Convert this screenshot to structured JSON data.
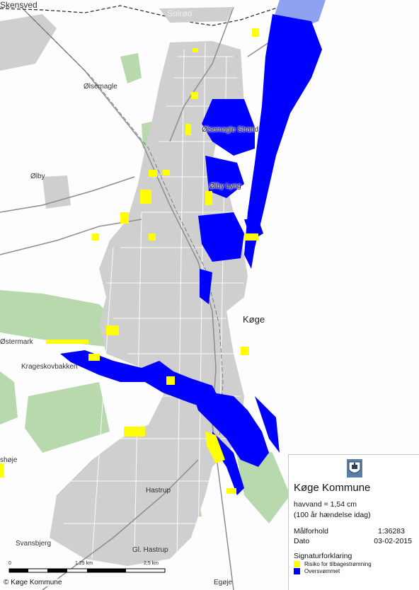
{
  "map": {
    "places": {
      "top_left": "Skensved",
      "top_center": "Solrød",
      "olsemagle": "Ølsemagle",
      "olsemagle_strand": "Ølsemagle Strand",
      "olby": "Ølby",
      "olby_lyng": "Ølby Lyng",
      "koge": "Køge",
      "ostermark": "Østermark",
      "krageskovbakken": "Krageskovbakken",
      "hastrup": "Hastrup",
      "gl_hastrup": "Gl. Hastrup",
      "svansbjerg": "Svansbjerg",
      "egoje": "Egøje",
      "left_edge": "shøje"
    },
    "colors": {
      "built_up": "#cfcfcf",
      "forest": "#b8d9ae",
      "flooded": "#0000ff",
      "backflow_risk": "#ffff00",
      "sea_light": "#8fa2f2"
    }
  },
  "legend": {
    "org_name": "Køge Kommune",
    "water_level": "havvand = 1,54 cm",
    "event_note": "(100 år hændelse idag)",
    "scale_label": "Målforhold",
    "scale_value": "1:36283",
    "date_label": "Dato",
    "date_value": "03-02-2015",
    "signature_title": "Signaturforklaring",
    "items": [
      {
        "label": "Risiko for tilbagestrømning",
        "color": "#ffff00"
      },
      {
        "label": "Oversvømmet",
        "color": "#0000ff"
      }
    ]
  },
  "scalebar": {
    "labels": [
      "0",
      "1,25 km",
      "2,5 km"
    ]
  },
  "copyright": "© Køge Kommune"
}
